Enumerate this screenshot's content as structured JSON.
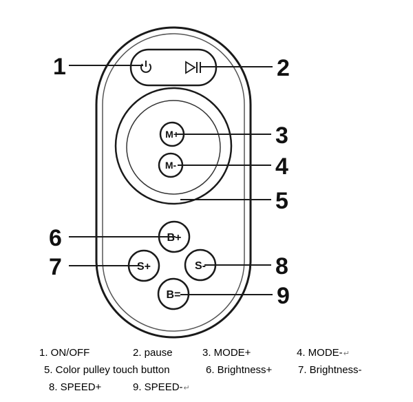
{
  "callouts": [
    "1",
    "2",
    "3",
    "4",
    "5",
    "6",
    "7",
    "8",
    "9"
  ],
  "buttons": {
    "power": {
      "icon": "power-icon"
    },
    "play_pause": {
      "icon": "play-pause-icon"
    },
    "mode_plus": "M+",
    "mode_minus": "M-",
    "brightness_plus": "B+",
    "speed_plus": "S+",
    "speed_minus": "S-",
    "brightness_minus": "B="
  },
  "legend": [
    {
      "text": "1. ON/OFF"
    },
    {
      "text": "2. pause"
    },
    {
      "text": "3. MODE+"
    },
    {
      "text": "4. MODE-",
      "return_mark": "↵"
    },
    {
      "text": "5. Color pulley touch button"
    },
    {
      "text": "6. Brightness+"
    },
    {
      "text": "7. Brightness-"
    },
    {
      "text": "8. SPEED+"
    },
    {
      "text": "9. SPEED-",
      "return_mark": "↵"
    }
  ]
}
